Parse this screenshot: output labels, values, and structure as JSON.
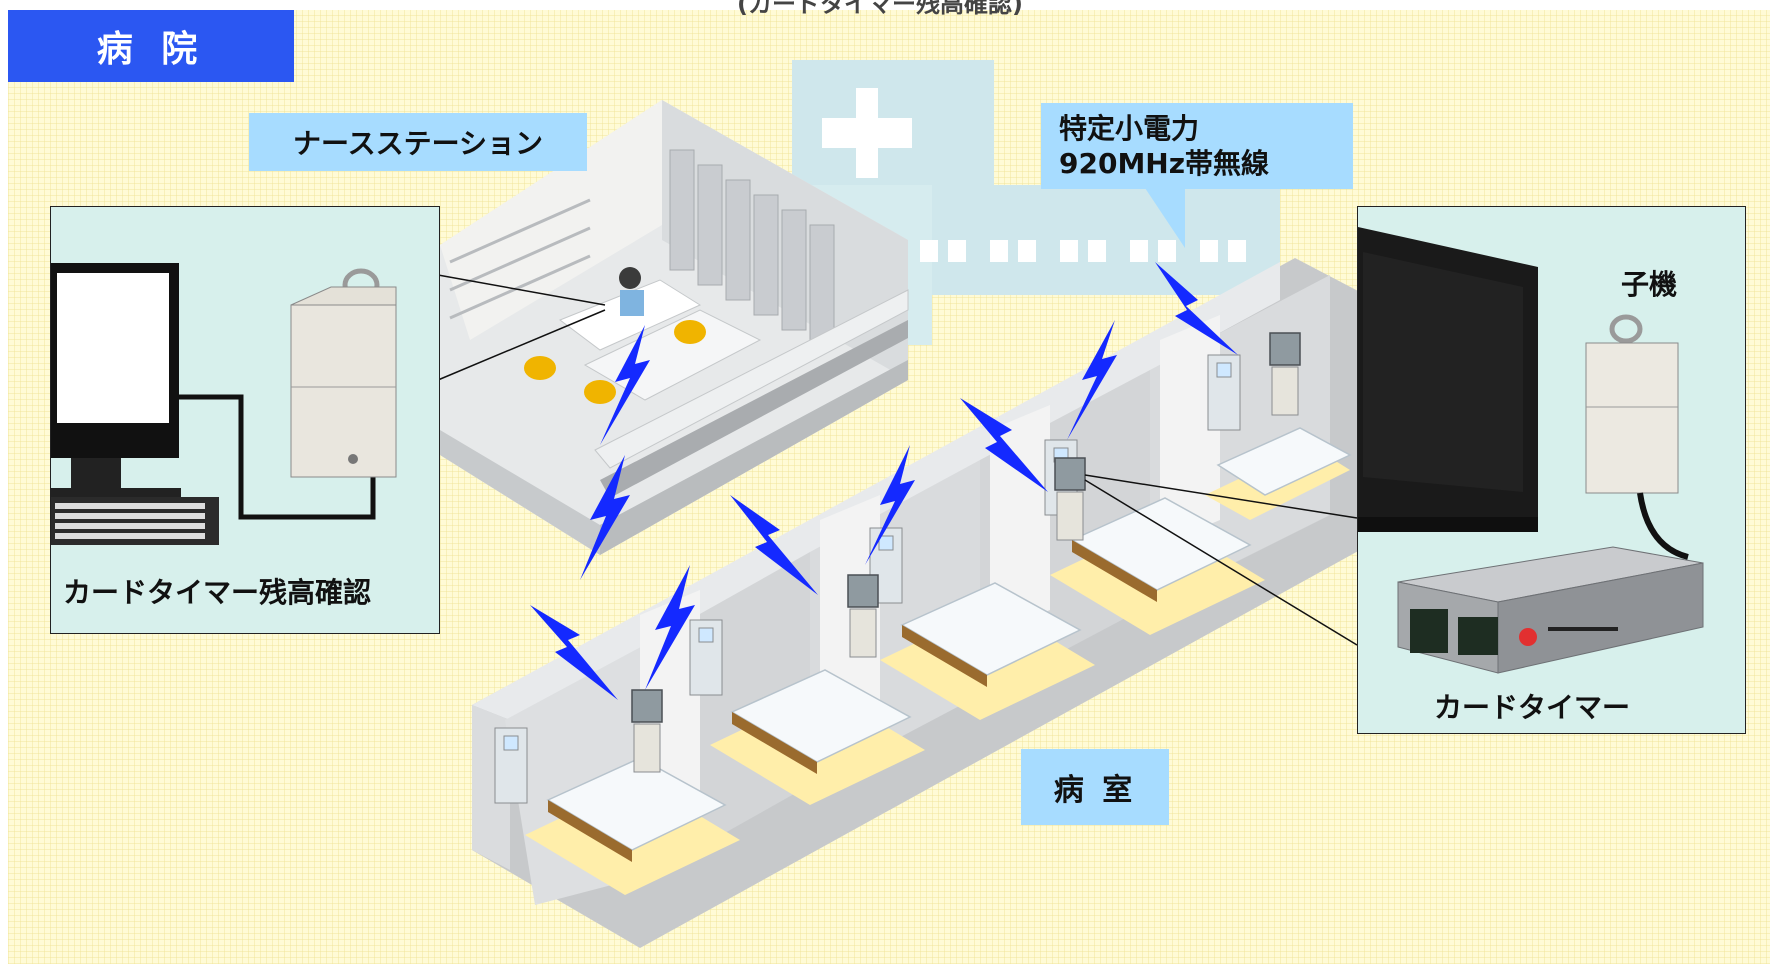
{
  "title": "病 院",
  "top_caption": "(カードタイマー残高確認)",
  "labels": {
    "nurse_station": "ナースステーション",
    "radio_line1": "特定小電力",
    "radio_line2": "920MHz帯無線",
    "patient_room": "病 室"
  },
  "left_panel": {
    "caption": "カードタイマー残高確認"
  },
  "right_panel": {
    "handset_label": "子機",
    "card_timer_label": "カードタイマー"
  },
  "colors": {
    "title_tab": "#2b57f2",
    "label_bg": "#a7dcff",
    "lightning": "#1429ff",
    "panel_bg": "#d7f0ec",
    "background": "#fffbd6"
  }
}
